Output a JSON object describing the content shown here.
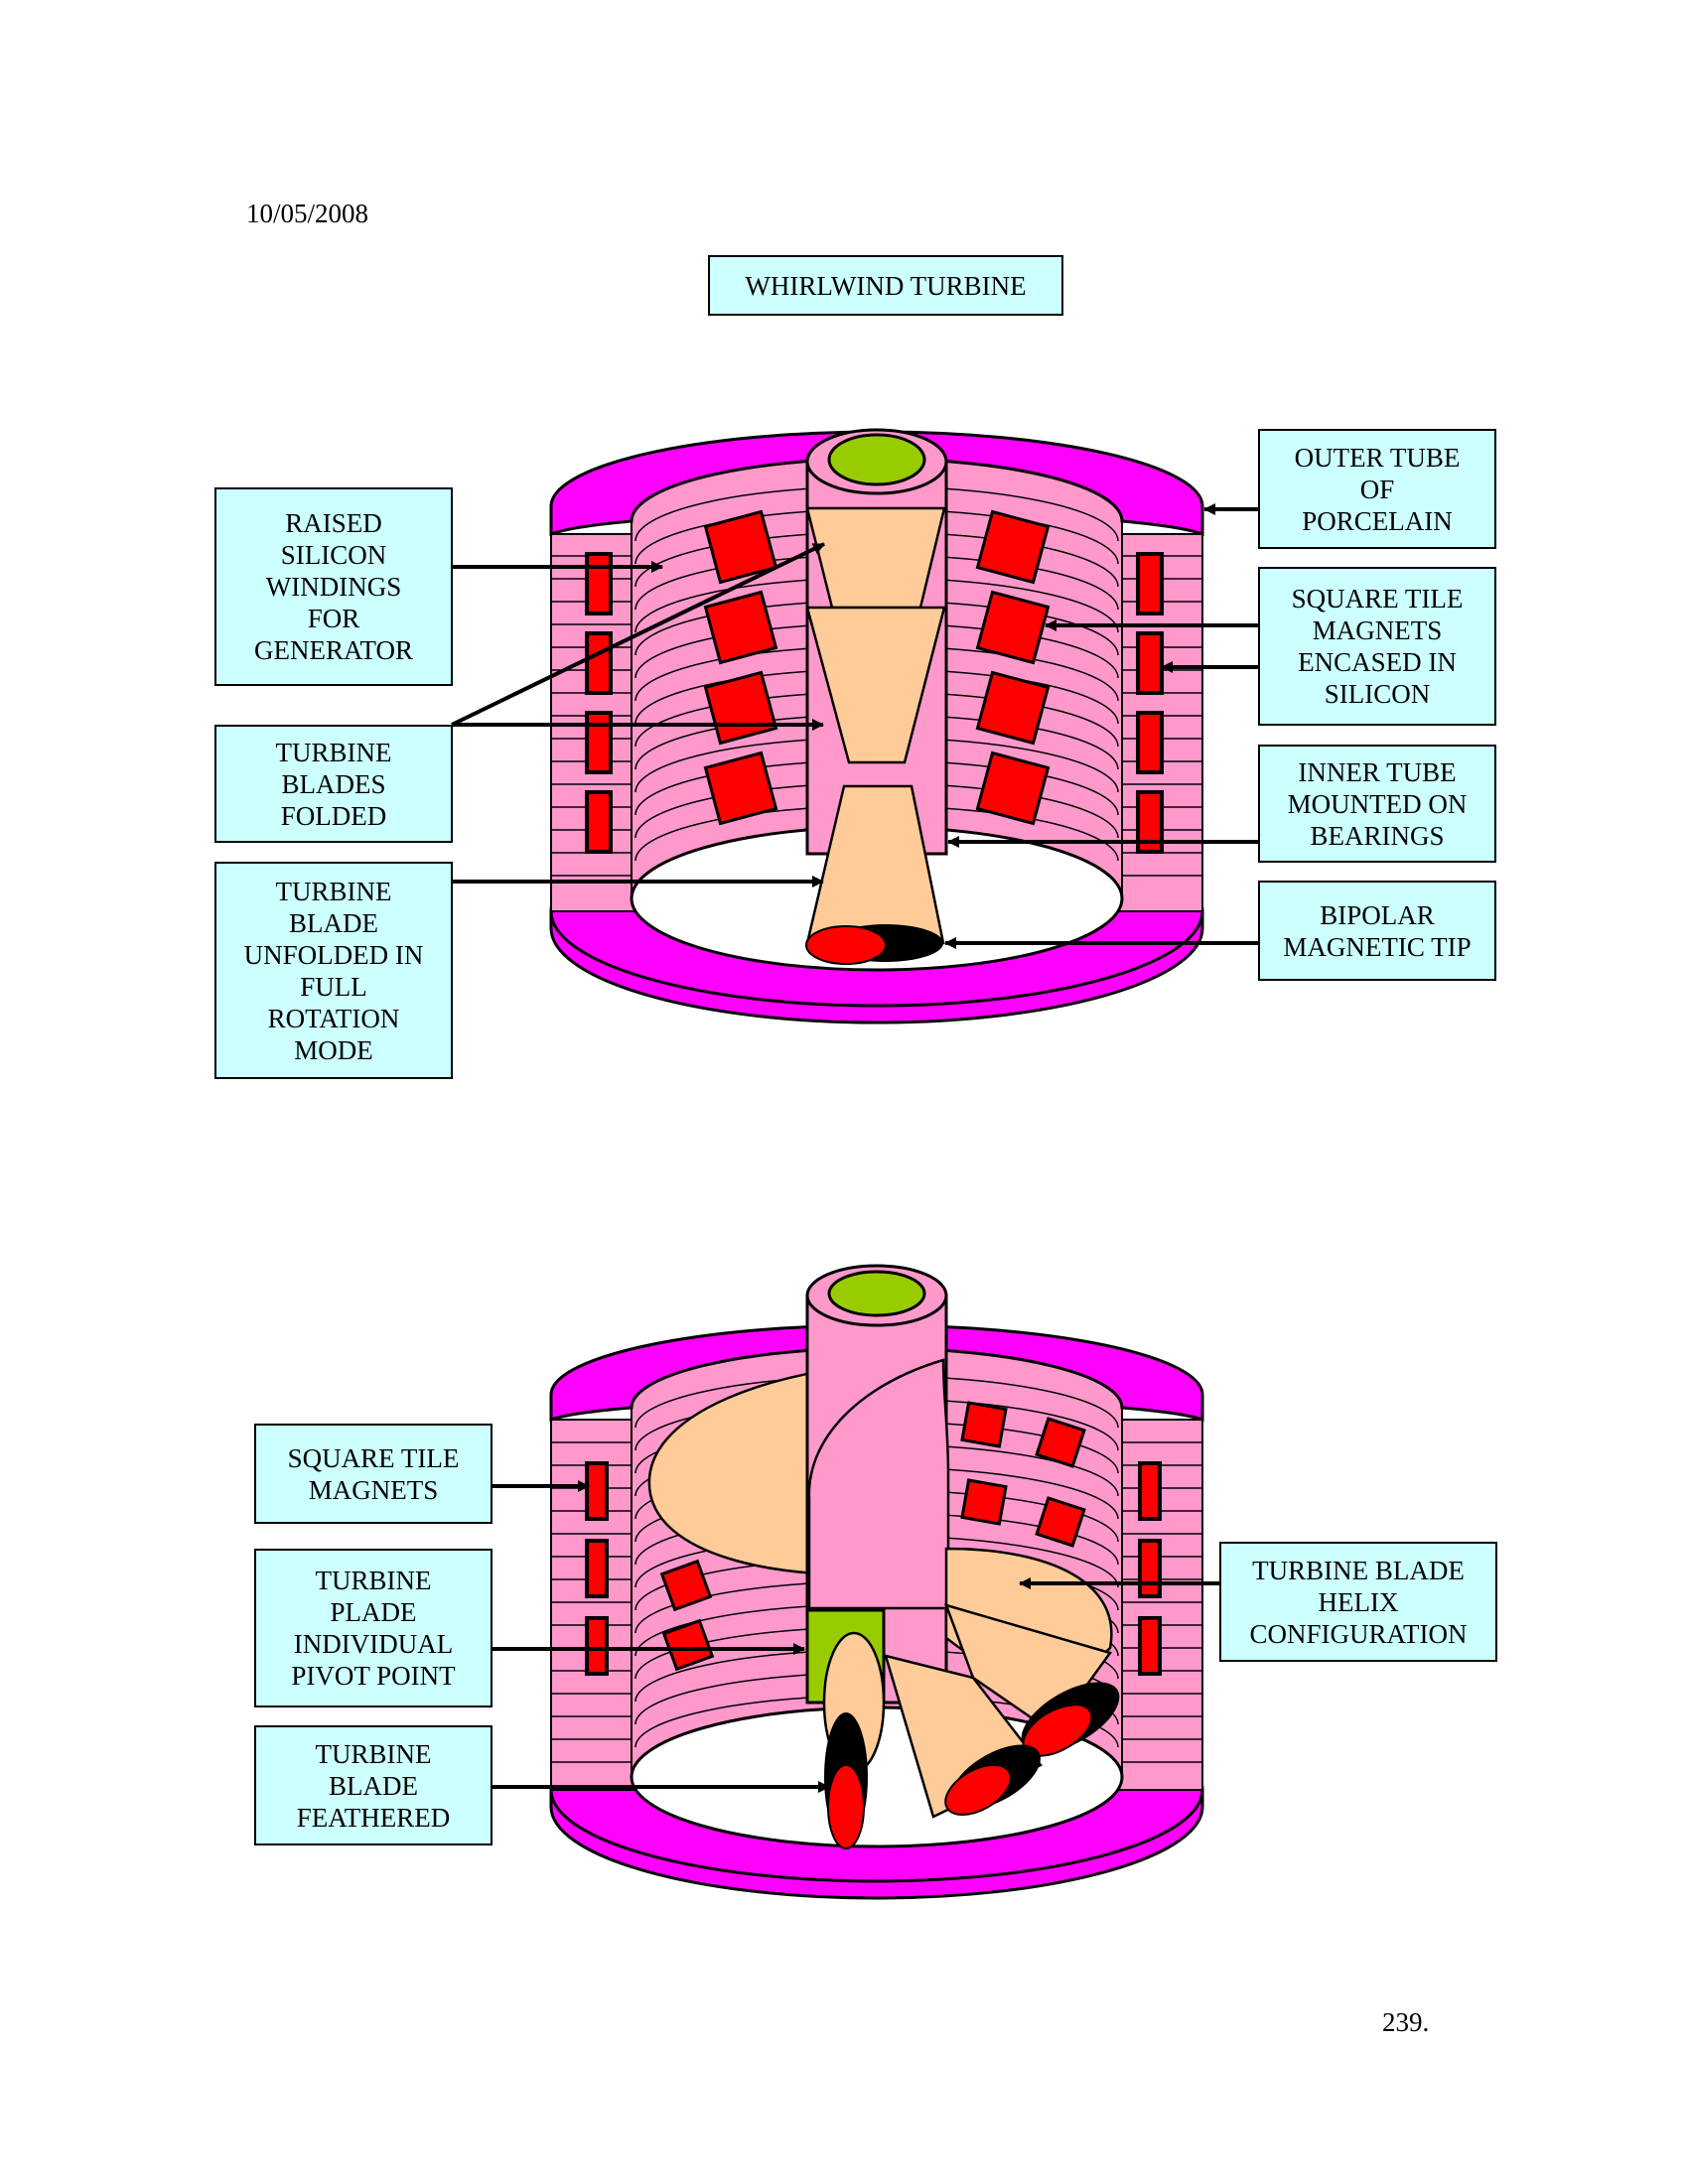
{
  "header": {
    "date": "10/05/2008",
    "title": "WHIRLWIND TURBINE"
  },
  "footer": {
    "page_number": "239."
  },
  "colors": {
    "rim": "#ff00ff",
    "coil": "#ff99cc",
    "tube": "#ff99cc",
    "blade": "#ffcc99",
    "magnet": "#ff0000",
    "cap": "#99cc00",
    "label_bg": "#ccffff",
    "tip_dark": "#000000"
  },
  "diagram_top": {
    "labels": {
      "raised_windings": "RAISED\nSILICON\nWINDINGS\nFOR\nGENERATOR",
      "blades_folded": "TURBINE\nBLADES\nFOLDED",
      "blade_unfolded": "TURBINE\nBLADE\nUNFOLDED IN\nFULL\nROTATION\nMODE",
      "outer_tube": "OUTER TUBE\nOF\nPORCELAIN",
      "square_tile_encased": "SQUARE TILE\nMAGNETS\nENCASED IN\nSILICON",
      "inner_tube": "INNER TUBE\nMOUNTED ON\nBEARINGS",
      "bipolar_tip": "BIPOLAR\nMAGNETIC TIP"
    }
  },
  "diagram_bottom": {
    "labels": {
      "square_tile": "SQUARE TILE\nMAGNETS",
      "pivot_point": "TURBINE\nPLADE\nINDIVIDUAL\nPIVOT POINT",
      "feathered": "TURBINE\nBLADE\nFEATHERED",
      "helix": "TURBINE BLADE\nHELIX\nCONFIGURATION"
    }
  }
}
